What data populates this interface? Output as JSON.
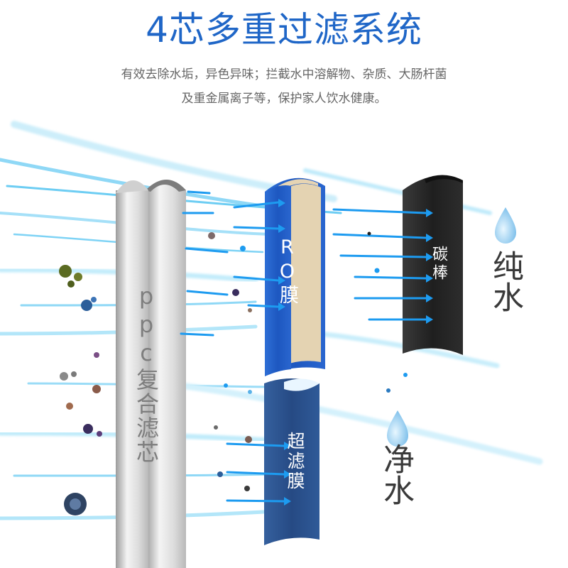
{
  "title": "4芯多重过滤系统",
  "description": {
    "line1": "有效去除水垢，异色异味；拦截水中溶解物、杂质、大肠杆菌",
    "line2": "及重金属离子等，保护家人饮水健康。"
  },
  "filters": {
    "ppc": "ppc复合滤芯",
    "ro": "RO膜",
    "carbon": "碳棒",
    "uf": "超滤膜"
  },
  "outputs": {
    "pure": "纯水",
    "clean": "净水"
  },
  "colors": {
    "title": "#1f66c7",
    "ro_blue": "#1e5cc8",
    "uf_navy": "#2b4f8a",
    "carbon": "#262626",
    "flow": "#5ac8f2",
    "arrow": "#1d9bf0"
  },
  "icons": [
    "water-drop-icon",
    "water-drop-icon",
    "impurity-particle-icon",
    "bacteria-icon"
  ]
}
